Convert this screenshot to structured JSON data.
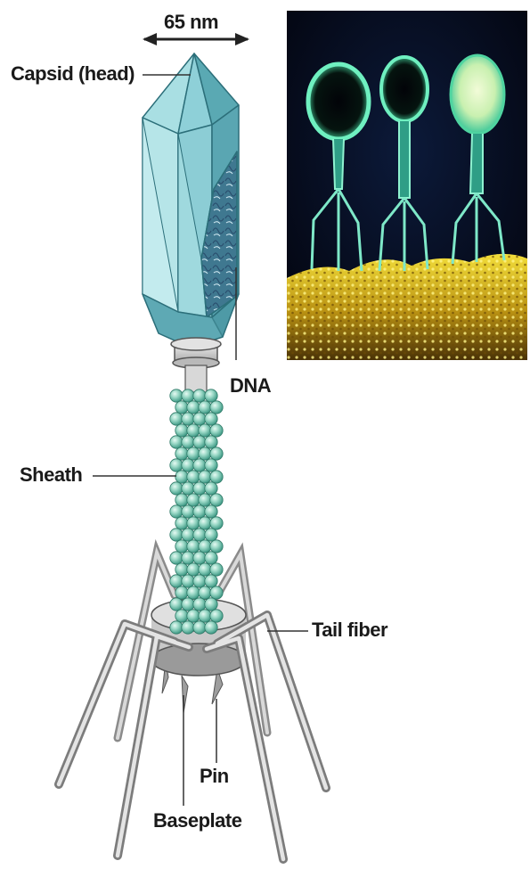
{
  "scale_label": "65 nm",
  "labels": {
    "capsid": "Capsid (head)",
    "dna": "DNA",
    "sheath": "Sheath",
    "tail_fiber": "Tail fiber",
    "pin": "Pin",
    "baseplate": "Baseplate"
  },
  "colors": {
    "capsid_light": "#a9dfe3",
    "capsid_mid": "#7cc4cc",
    "capsid_dark": "#4e9aa6",
    "sheath_bead": "#8fd0be",
    "collar": "#cfcfcf",
    "micrograph_bg": "#050818",
    "micrograph_phage": "#5fe0b0",
    "micrograph_host": "#e6cc20"
  }
}
